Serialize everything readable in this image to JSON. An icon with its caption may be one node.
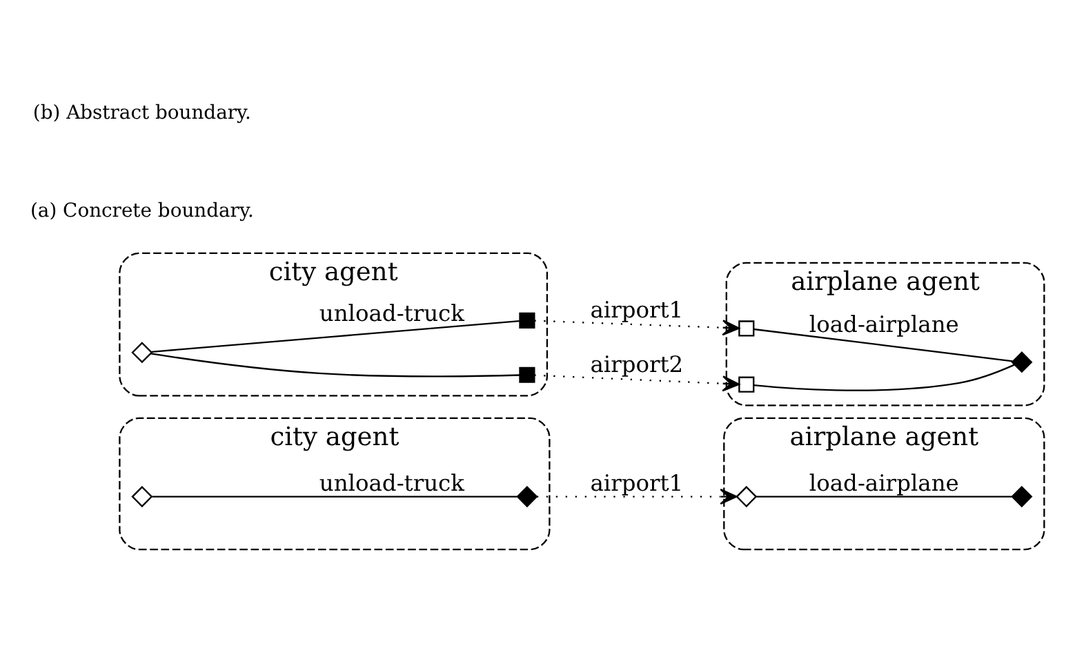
{
  "diagram": {
    "nodes": [
      {
        "text": [
          "city agent"
        ]
      },
      {
        "text": [],
        "shape": "diamond",
        "in": 0
      },
      {
        "text": [],
        "shape": "diamond",
        "in": 0
      },
      {
        "text": [
          "airplane agent"
        ]
      },
      {
        "text": [],
        "shape": "diamond",
        "in": 3
      },
      {
        "text": [],
        "shape": "diamond",
        "in": 3
      },
      {
        "text": [
          "city agent"
        ]
      },
      {
        "text": [],
        "shape": "diamond",
        "in": 6
      },
      {
        "text": [],
        "shape": "box",
        "in": 6
      },
      {
        "text": [],
        "shape": "box",
        "in": 6
      },
      {
        "text": [
          "airplane agent"
        ]
      },
      {
        "text": [],
        "shape": "box",
        "in": 10
      },
      {
        "text": [],
        "shape": "box",
        "in": 10
      },
      {
        "text": [],
        "shape": "diamond",
        "in": 10
      }
    ],
    "edges": [
      {
        "from": 1,
        "to": 2,
        "arrow": "none",
        "label": "unload-truck"
      },
      {
        "from": 2,
        "to": 4,
        "arrow": "to",
        "label": "airport1",
        "style": "dashed"
      },
      {
        "from": 4,
        "to": 5,
        "arrow": "none",
        "label": "load-airplane"
      },
      {
        "from": 7,
        "to": 8,
        "arrow": "none",
        "label": "unload-truck"
      },
      {
        "from": 7,
        "to": 9,
        "arrow": "none"
      },
      {
        "from": 8,
        "to": 11,
        "arrow": "to",
        "label": "airport1",
        "style": "dashed"
      },
      {
        "from": 9,
        "to": 12,
        "arrow": "to",
        "label": "airport2",
        "style": "dashed"
      },
      {
        "from": 11,
        "to": 13,
        "arrow": "none",
        "label": "load-airplane"
      },
      {
        "from": 12,
        "to": 13,
        "arrow": "none"
      }
    ],
    "labels": [
      "(a) Concrete boundary.",
      "(b) Abstract boundary."
    ]
  }
}
